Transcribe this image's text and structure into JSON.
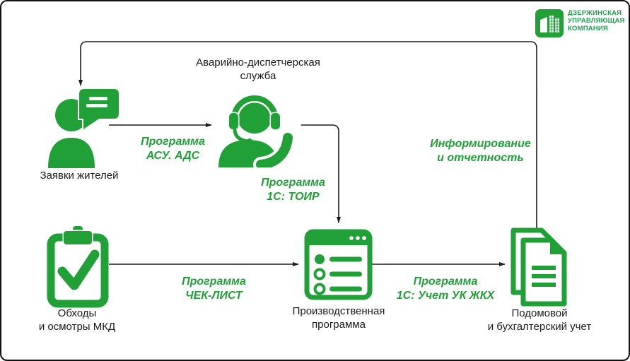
{
  "colors": {
    "accent_green": "#21A038",
    "logo_green": "#1FA04E",
    "line_black": "#1c1c1c"
  },
  "logo": {
    "line1": "ДЗЕРЖИНСКАЯ",
    "line2": "УПРАВЛЯЮЩАЯ",
    "line3": "КОМПАНИЯ"
  },
  "nodes": {
    "residents": {
      "label": "Заявки жителей"
    },
    "dispatch": {
      "label_line1": "Аварийно-диспетчерская",
      "label_line2": "служба"
    },
    "inspections": {
      "label_line1": "Обходы",
      "label_line2": "и осмотры МКД"
    },
    "production": {
      "label_line1": "Производственная",
      "label_line2": "программа"
    },
    "accounting": {
      "label_line1": "Подомовой",
      "label_line2": "и бухгалтерский учет"
    }
  },
  "edges": {
    "residents_to_dispatch": {
      "label_line1": "Программа",
      "label_line2": "АСУ. АДС"
    },
    "dispatch_to_production": {
      "label_line1": "Программа",
      "label_line2": "1С: ТОИР"
    },
    "inspections_to_production": {
      "label_line1": "Программа",
      "label_line2": "ЧЕК-ЛИСТ"
    },
    "production_to_accounting": {
      "label_line1": "Программа",
      "label_line2": "1С: Учет УК ЖКХ"
    },
    "accounting_to_residents": {
      "label_line1": "Информирование",
      "label_line2": "и отчетность"
    }
  }
}
